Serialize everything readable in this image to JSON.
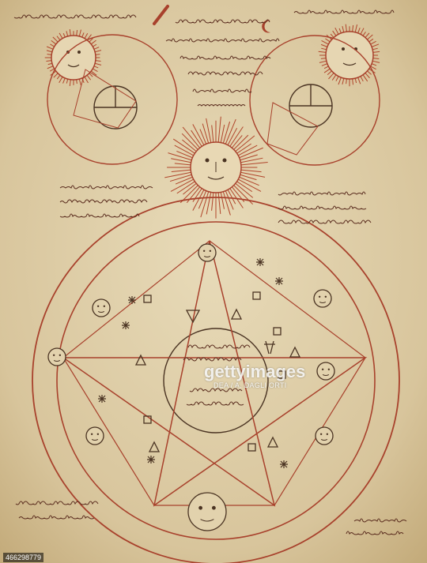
{
  "watermark": {
    "brand": "gettyimages",
    "credit": "DEA / A. DAGLI ORTI"
  },
  "image_id": "466298779",
  "colors": {
    "parchment": "#d9c8a3",
    "red_ink": "#a8412c",
    "brown_ink": "#4a3322",
    "sun_ray": "#b0452b"
  }
}
